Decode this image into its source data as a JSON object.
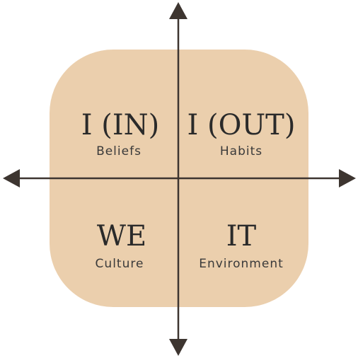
{
  "colors": {
    "tile": "#ebcfad",
    "axis": "#3d3530"
  },
  "quadrants": [
    {
      "id": "top-left",
      "title": "I (IN)",
      "subtitle": "Beliefs"
    },
    {
      "id": "top-right",
      "title": "I (OUT)",
      "subtitle": "Habits"
    },
    {
      "id": "bottom-left",
      "title": "WE",
      "subtitle": "Culture"
    },
    {
      "id": "bottom-right",
      "title": "IT",
      "subtitle": "Environment"
    }
  ]
}
